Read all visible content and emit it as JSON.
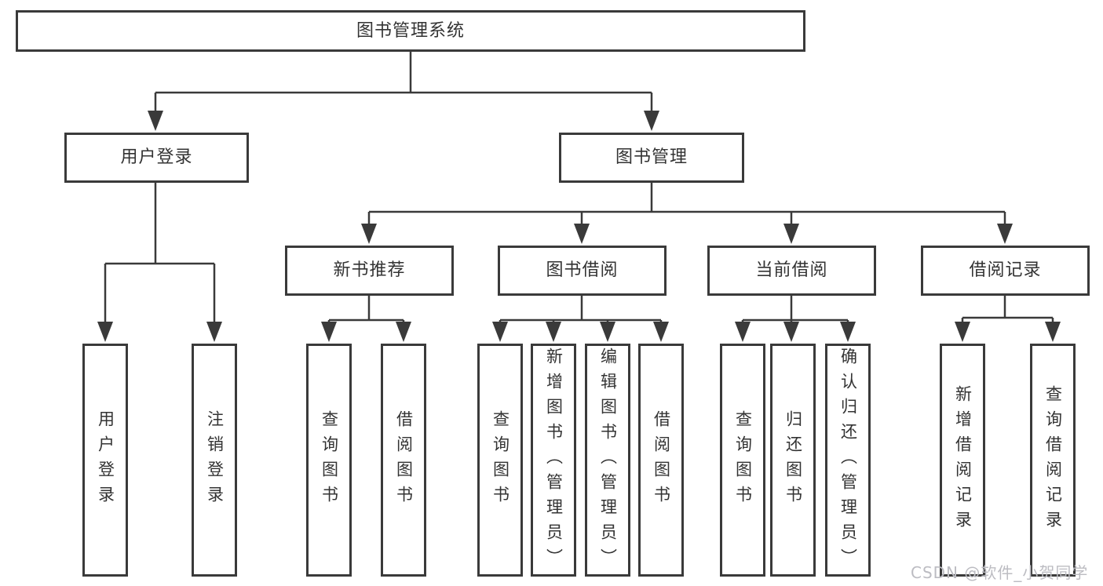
{
  "diagram": {
    "root": "图书管理系统",
    "user_login_branch": {
      "label": "用户登录",
      "children": [
        "用户登录",
        "注销登录"
      ]
    },
    "book_management_branch": {
      "label": "图书管理",
      "sections": [
        {
          "label": "新书推荐",
          "children": [
            "查询图书",
            "借阅图书"
          ]
        },
        {
          "label": "图书借阅",
          "children": [
            "查询图书",
            "新增图书（管理员）",
            "编辑图书（管理员）",
            "借阅图书"
          ]
        },
        {
          "label": "当前借阅",
          "children": [
            "查询图书",
            "归还图书",
            "确认归还（管理员）"
          ]
        },
        {
          "label": "借阅记录",
          "children": [
            "新增借阅记录",
            "查询借阅记录"
          ]
        }
      ]
    }
  },
  "watermark": "CSDN @软件_小贺同学",
  "colors": {
    "line": "#3a3a3a",
    "text": "#333333",
    "watermark": "#bcbcc2",
    "background": "#ffffff"
  }
}
